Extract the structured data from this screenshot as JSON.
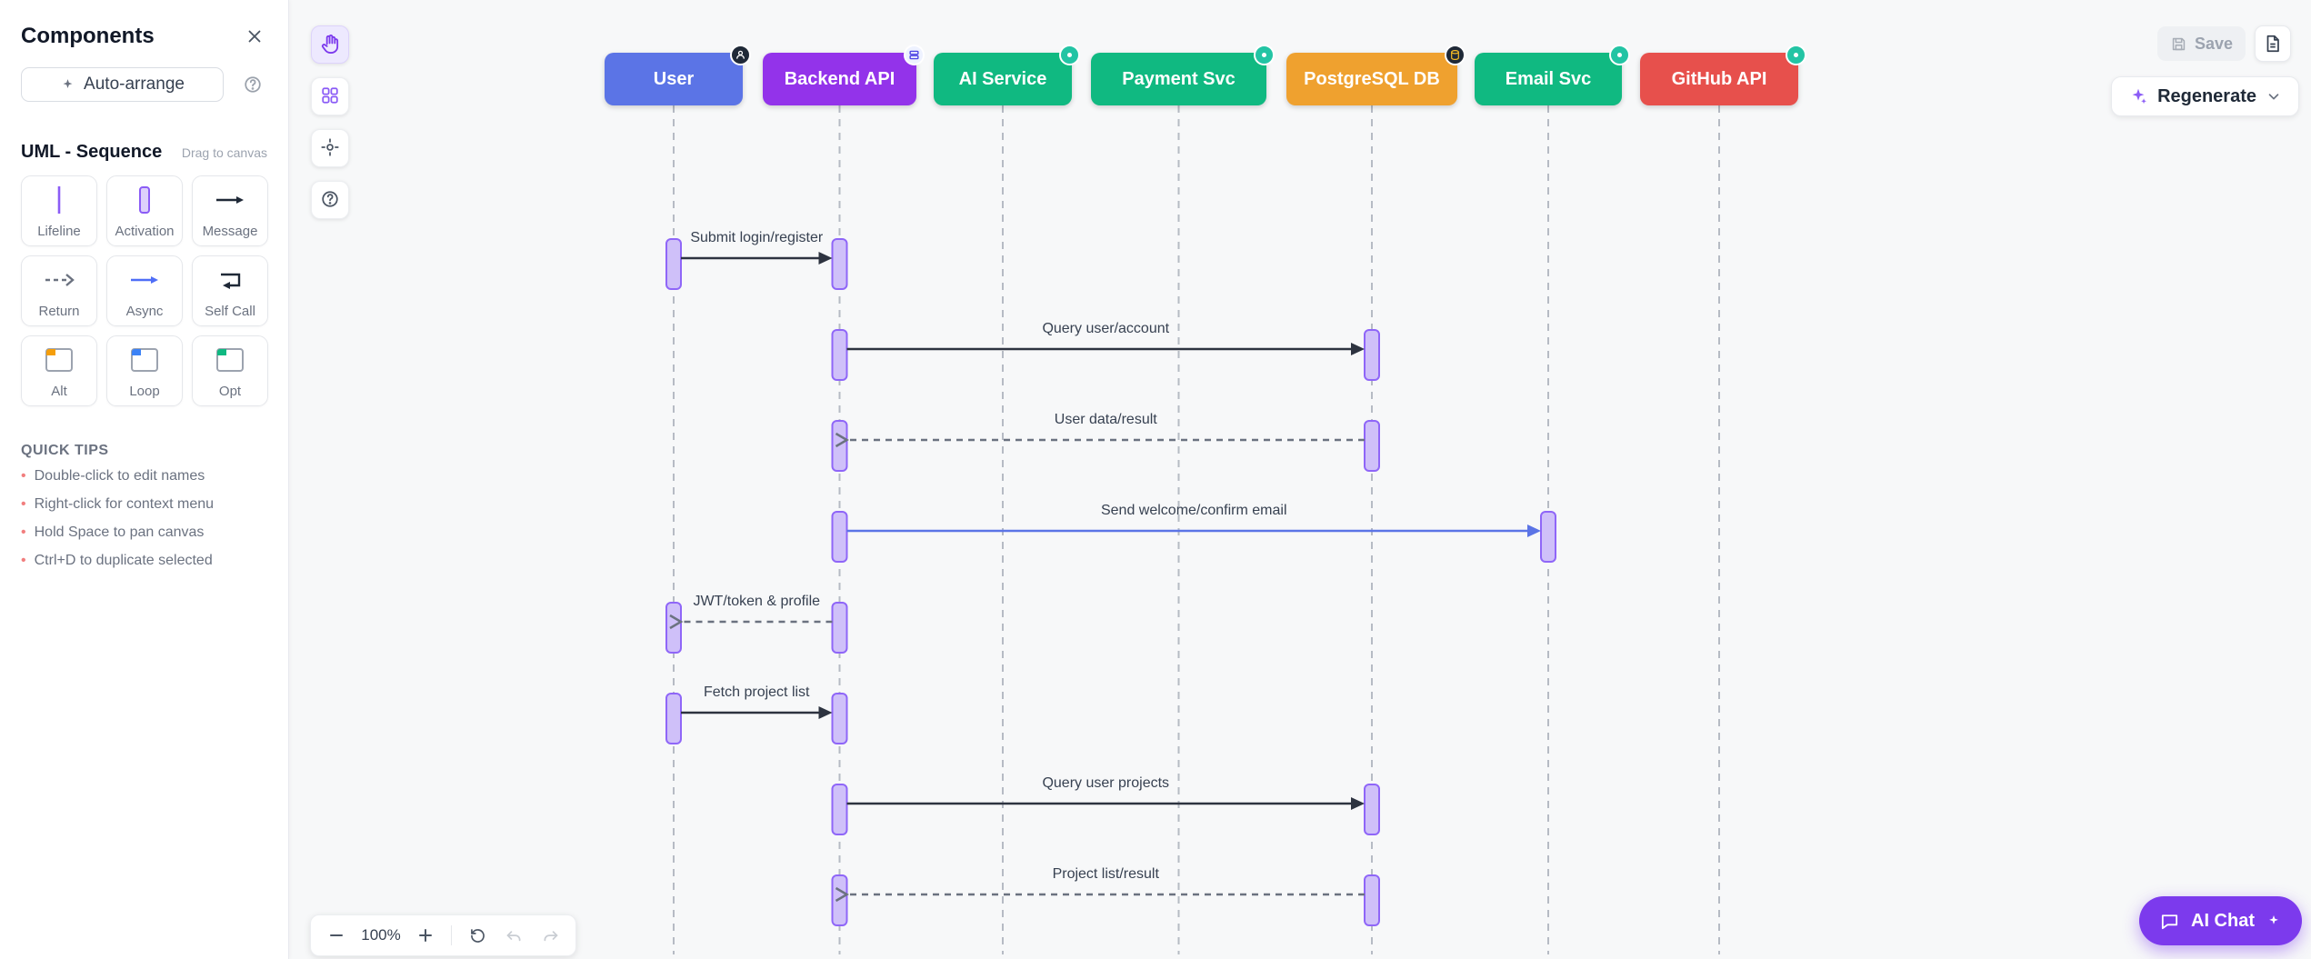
{
  "sidebar": {
    "title": "Components",
    "auto_arrange_label": "Auto-arrange",
    "section_title": "UML - Sequence",
    "drag_hint": "Drag to canvas",
    "palette": [
      {
        "label": "Lifeline",
        "icon": "lifeline-icon"
      },
      {
        "label": "Activation",
        "icon": "activation-icon"
      },
      {
        "label": "Message",
        "icon": "message-icon"
      },
      {
        "label": "Return",
        "icon": "return-icon"
      },
      {
        "label": "Async",
        "icon": "async-icon"
      },
      {
        "label": "Self Call",
        "icon": "self-call-icon"
      },
      {
        "label": "Alt",
        "icon": "alt-icon"
      },
      {
        "label": "Loop",
        "icon": "loop-icon"
      },
      {
        "label": "Opt",
        "icon": "opt-icon"
      }
    ],
    "quick_tips_title": "QUICK TIPS",
    "quick_tips": [
      "Double-click to edit names",
      "Right-click for context menu",
      "Hold Space to pan canvas",
      "Ctrl+D to duplicate selected"
    ]
  },
  "toolbar": {
    "tools": [
      {
        "name": "hand-tool",
        "active": true
      },
      {
        "name": "components-tool",
        "active": false
      },
      {
        "name": "fit-view-tool",
        "active": false
      },
      {
        "name": "help-tool",
        "active": false
      }
    ]
  },
  "zoombar": {
    "zoom_level": "100%"
  },
  "topbar": {
    "save_label": "Save",
    "regenerate_label": "Regenerate"
  },
  "ai_chat": {
    "label": "AI Chat"
  },
  "colors": {
    "accent": "#7c3aed",
    "sync_arrow": "#2d3340",
    "return_arrow": "#6b7280",
    "async_arrow": "#5b74e6",
    "lifeline": "#b6bbc4",
    "activation_fill": "#cfc0f9",
    "activation_border": "#8f66f8"
  },
  "diagram": {
    "participants": [
      {
        "name": "User",
        "color": "#5b74e6",
        "badge": "user-icon"
      },
      {
        "name": "Backend API",
        "color": "#9333ea",
        "badge": "server-icon"
      },
      {
        "name": "AI Service",
        "color": "#10b981",
        "badge": "service-icon"
      },
      {
        "name": "Payment Svc",
        "color": "#10b981",
        "badge": "service-icon"
      },
      {
        "name": "PostgreSQL DB",
        "color": "#efa12f",
        "badge": "database-icon"
      },
      {
        "name": "Email Svc",
        "color": "#10b981",
        "badge": "service-icon"
      },
      {
        "name": "GitHub API",
        "color": "#e7504c",
        "badge": "service-icon"
      }
    ],
    "messages": [
      {
        "label": "Submit login/register",
        "from": 0,
        "to": 1,
        "type": "sync"
      },
      {
        "label": "Query user/account",
        "from": 1,
        "to": 4,
        "type": "sync"
      },
      {
        "label": "User data/result",
        "from": 4,
        "to": 1,
        "type": "return"
      },
      {
        "label": "Send welcome/confirm email",
        "from": 1,
        "to": 5,
        "type": "async"
      },
      {
        "label": "JWT/token & profile",
        "from": 1,
        "to": 0,
        "type": "return"
      },
      {
        "label": "Fetch project list",
        "from": 0,
        "to": 1,
        "type": "sync"
      },
      {
        "label": "Query user projects",
        "from": 1,
        "to": 4,
        "type": "sync"
      },
      {
        "label": "Project list/result",
        "from": 4,
        "to": 1,
        "type": "return"
      }
    ]
  }
}
